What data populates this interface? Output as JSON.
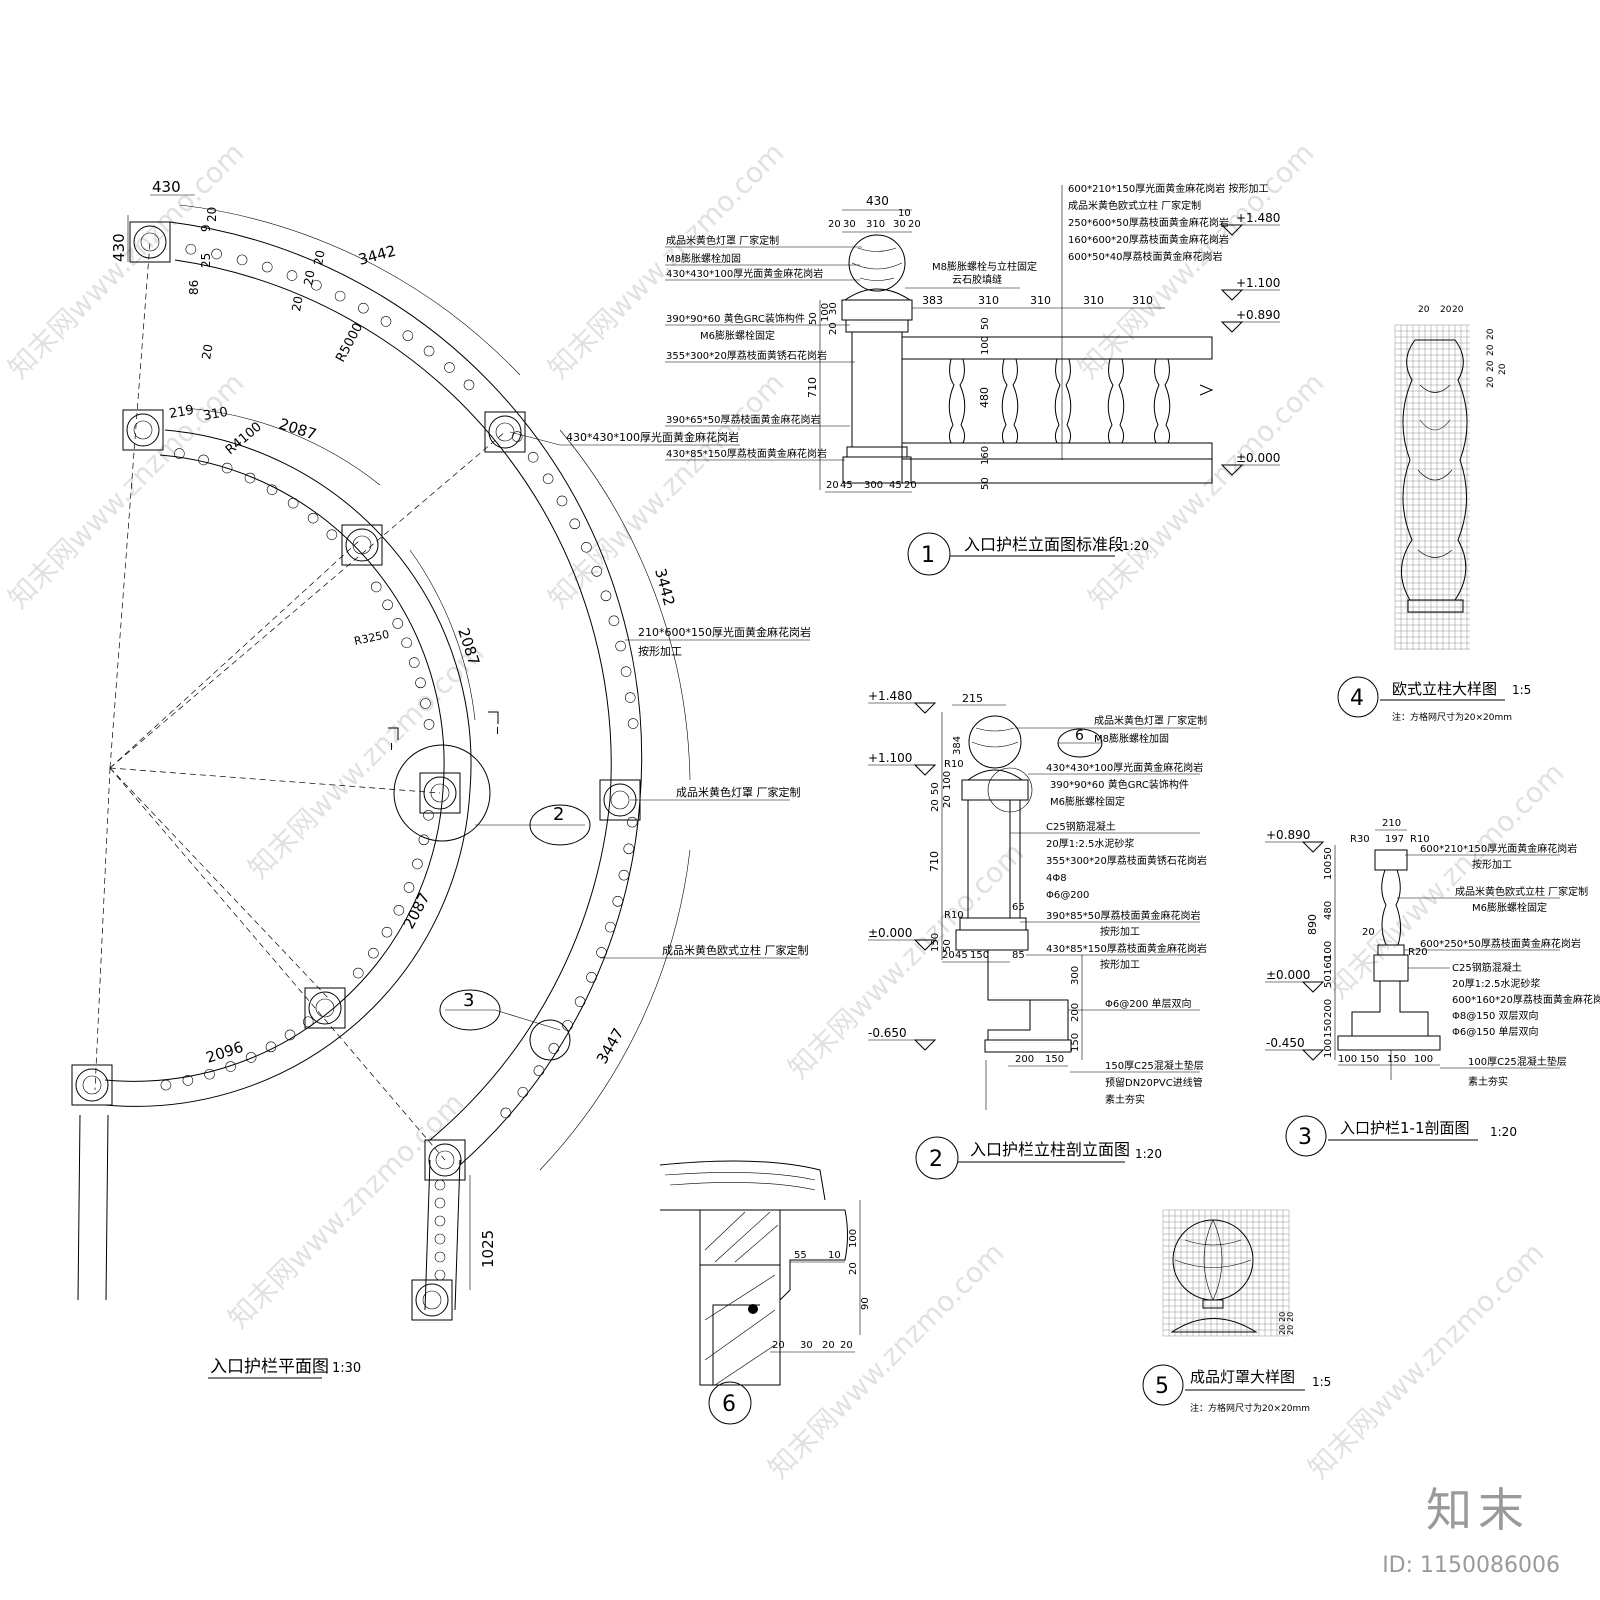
{
  "titles": {
    "plan": "入口护栏平面图",
    "plan_scale": "1:30",
    "d1_num": "1",
    "d1": "入口护栏立面图标准段",
    "d1_scale": "1:20",
    "d2_num": "2",
    "d2": "入口护栏立柱剖立面图",
    "d2_scale": "1:20",
    "d3_num": "3",
    "d3": "入口护栏1-1剖面图",
    "d3_scale": "1:20",
    "d4_num": "4",
    "d4": "欧式立柱大样图",
    "d4_scale": "1:5",
    "d4_note": "注：方格网尺寸为20×20mm",
    "d5_num": "5",
    "d5": "成品灯罩大样图",
    "d5_scale": "1:5",
    "d5_note": "注：方格网尺寸为20×20mm",
    "d6_num": "6"
  },
  "plan": {
    "dims": [
      "430",
      "430",
      "3442",
      "3442",
      "2087",
      "2087",
      "2087",
      "2096",
      "3447",
      "1025",
      "219",
      "310",
      "R5000",
      "R4100",
      "R3250",
      "86",
      "25",
      "9",
      "20",
      "20",
      "20",
      "20",
      "20"
    ],
    "labels": [
      "430*430*100厚光面黄金麻花岗岩",
      "210*600*150厚光面黄金麻花岗岩",
      "按形加工",
      "成品米黄色灯罩  厂家定制",
      "成品米黄色欧式立柱  厂家定制"
    ],
    "callouts": [
      "2",
      "3"
    ],
    "section_mark": "I"
  },
  "elev1": {
    "dims_top": [
      "430",
      "20",
      "30",
      "310",
      "30",
      "20",
      "10"
    ],
    "dims_span": [
      "383",
      "310",
      "310",
      "310",
      "310"
    ],
    "dims_left": [
      "50",
      "100",
      "30",
      "20",
      "710",
      "480",
      "100",
      "160",
      "50",
      "50"
    ],
    "dims_bottom": [
      "20",
      "45",
      "300",
      "45",
      "20"
    ],
    "levels": [
      "+1.480",
      "+1.100",
      "+0.890",
      "±0.000"
    ],
    "labels_left": [
      "成品米黄色灯罩  厂家定制",
      "M8膨胀螺栓加固",
      "430*430*100厚光面黄金麻花岗岩",
      "390*90*60  黄色GRC装饰构件",
      "M6膨胀螺栓固定",
      "355*300*20厚荔枝面黄锈石花岗岩",
      "390*65*50厚荔枝面黄金麻花岗岩",
      "430*85*150厚荔枝面黄金麻花岗岩"
    ],
    "labels_mid": [
      "M8膨胀螺栓与立柱固定",
      "云石胶填缝"
    ],
    "labels_right": [
      "600*210*150厚光面黄金麻花岗岩  按形加工",
      "成品米黄色欧式立柱  厂家定制",
      "250*600*50厚荔枝面黄金麻花岗岩",
      "160*600*20厚荔枝面黄金麻花岗岩",
      "600*50*40厚荔枝面黄金麻花岗岩"
    ]
  },
  "sec2": {
    "levels": [
      "+1.480",
      "+1.100",
      "±0.000",
      "-0.650"
    ],
    "dims": [
      "215",
      "384",
      "50",
      "20",
      "100",
      "20",
      "710",
      "150",
      "50",
      "20",
      "45",
      "150",
      "85",
      "65",
      "300",
      "200",
      "150",
      "200",
      "150",
      "R10",
      "R10"
    ],
    "callout": "6",
    "labels": [
      "成品米黄色灯罩  厂家定制",
      "M8膨胀螺栓加固",
      "430*430*100厚光面黄金麻花岗岩",
      "390*90*60  黄色GRC装饰构件",
      "M6膨胀螺栓固定",
      "C25钢筋混凝土",
      "20厚1:2.5水泥砂浆",
      "355*300*20厚荔枝面黄锈石花岗岩",
      "4Φ8",
      "Φ6@200",
      "390*85*50厚荔枝面黄金麻花岗岩",
      "按形加工",
      "430*85*150厚荔枝面黄金麻花岗岩",
      "按形加工",
      "Φ6@200  单层双向",
      "150厚C25混凝土垫层",
      "预留DN20PVC进线管",
      "素土夯实"
    ]
  },
  "sec3": {
    "levels": [
      "+0.890",
      "±0.000",
      "-0.450"
    ],
    "dims_top": [
      "210",
      "197",
      "R30",
      "R10"
    ],
    "dims_left": [
      "50",
      "100",
      "480",
      "890",
      "100",
      "160",
      "50",
      "200",
      "150",
      "100"
    ],
    "dims_bottom": [
      "100",
      "150",
      "150",
      "100"
    ],
    "labels": [
      "600*210*150厚光面黄金麻花岗岩",
      "按形加工",
      "成品米黄色欧式立柱  厂家定制",
      "M6膨胀螺栓固定",
      "600*250*50厚荔枝面黄金麻花岗岩",
      "C25钢筋混凝土",
      "20厚1:2.5水泥砂浆",
      "600*160*20厚荔枝面黄金麻花岗岩",
      "Φ8@150  双层双向",
      "Φ6@150  单层双向",
      "100厚C25混凝土垫层",
      "素土夯实"
    ],
    "r20": "R20",
    "d20": "20"
  },
  "det4": {
    "dims": [
      "20",
      "20",
      "20",
      "20",
      "20",
      "20",
      "20",
      "20"
    ]
  },
  "det5": {
    "dims": [
      "20",
      "20",
      "20",
      "20"
    ]
  },
  "det6": {
    "dims": [
      "100",
      "20",
      "90",
      "55",
      "10",
      "20",
      "30",
      "20",
      "20"
    ]
  },
  "watermark": {
    "text": "知末网www.znzmo.com"
  },
  "footer": {
    "brand": "知末",
    "id": "ID: 1150086006"
  }
}
